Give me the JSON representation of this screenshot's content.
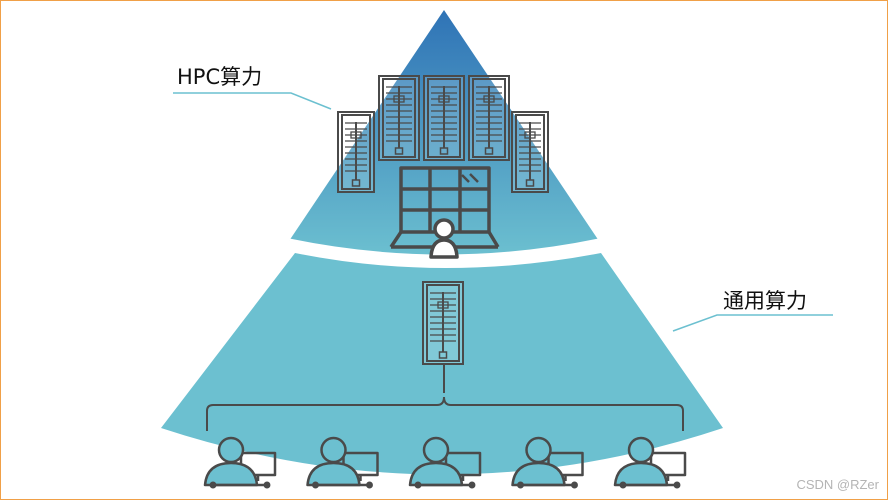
{
  "labels": {
    "hpc": "HPC算力",
    "general": "通用算力"
  },
  "watermark": "CSDN @RZer",
  "colors": {
    "frame_border": "#f0a048",
    "top_gradient_start": "#2f73b6",
    "top_gradient_end": "#6cc0d0",
    "bottom_fill": "#6cc0d0",
    "icon_stroke": "#4a4a4a",
    "leader_line": "#6cc0d0"
  },
  "icons": {
    "hpc_servers": "server-rack-icon",
    "hpc_operator": "operator-console-icon",
    "general_server": "server-rack-icon",
    "user": "user-workstation-icon"
  },
  "users": {
    "count": 5
  }
}
